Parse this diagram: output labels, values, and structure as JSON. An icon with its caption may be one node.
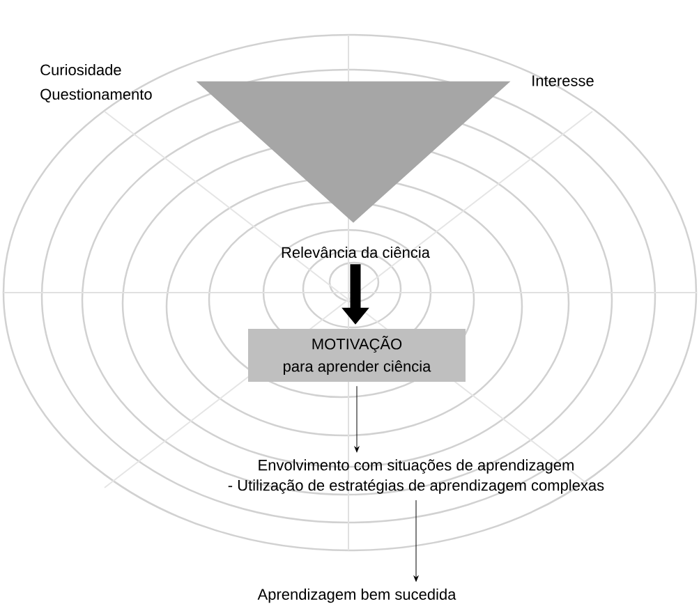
{
  "diagram": {
    "nodes": [
      {
        "text": [],
        "shape": "triangle",
        "beside": [
          "Curiosidade",
          "Questionamento",
          "Interesse"
        ]
      },
      {
        "text": [
          "Relevância da ciência"
        ]
      },
      {
        "text": [
          "MOTIVAÇÃO",
          "para aprender ciência"
        ]
      },
      {
        "text": [
          "Envolvimento com situações de aprendizagem",
          "- Utilização de estratégias de aprendizagem complexas"
        ]
      },
      {
        "text": [
          "Aprendizagem bem sucedida"
        ]
      }
    ],
    "edges": [
      {
        "from": 1,
        "to": 2,
        "arrow": "to",
        "style": "thick"
      },
      {
        "from": 2,
        "to": 3,
        "arrow": "to"
      },
      {
        "from": 3,
        "to": 4,
        "arrow": "to"
      }
    ]
  }
}
